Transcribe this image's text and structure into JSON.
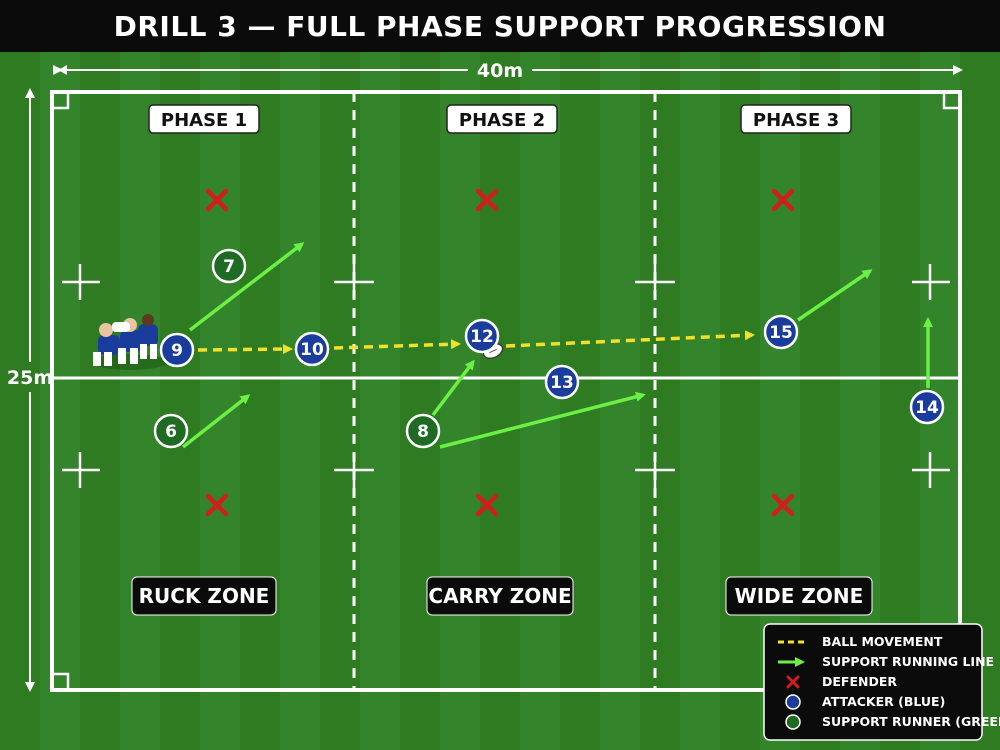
{
  "title": "DRILL 3 — FULL PHASE SUPPORT PROGRESSION",
  "dimensions": {
    "width_label": "40m",
    "height_label": "25m"
  },
  "phases": [
    {
      "id": "phase-1",
      "label": "PHASE 1",
      "zone": "RUCK ZONE"
    },
    {
      "id": "phase-2",
      "label": "PHASE 2",
      "zone": "CARRY ZONE"
    },
    {
      "id": "phase-3",
      "label": "PHASE 3",
      "zone": "WIDE ZONE"
    }
  ],
  "players": {
    "attackers": [
      "9",
      "10",
      "12",
      "13",
      "15",
      "14"
    ],
    "support_runners": [
      "7",
      "6",
      "8"
    ]
  },
  "defenders_count": 6,
  "legend": {
    "ball_movement": "BALL MOVEMENT",
    "support_line": "SUPPORT RUNNING LINE",
    "defender": "DEFENDER",
    "attacker": "ATTACKER (BLUE)",
    "support_runner": "SUPPORT RUNNER (GREEN)"
  },
  "colors": {
    "attacker_fill": "#1a3c9c",
    "support_fill": "#1f6b23",
    "defender": "#d21d1d",
    "ball_line": "#f2e02a",
    "support_line": "#6cf046",
    "pitch": "#2f7d22"
  }
}
